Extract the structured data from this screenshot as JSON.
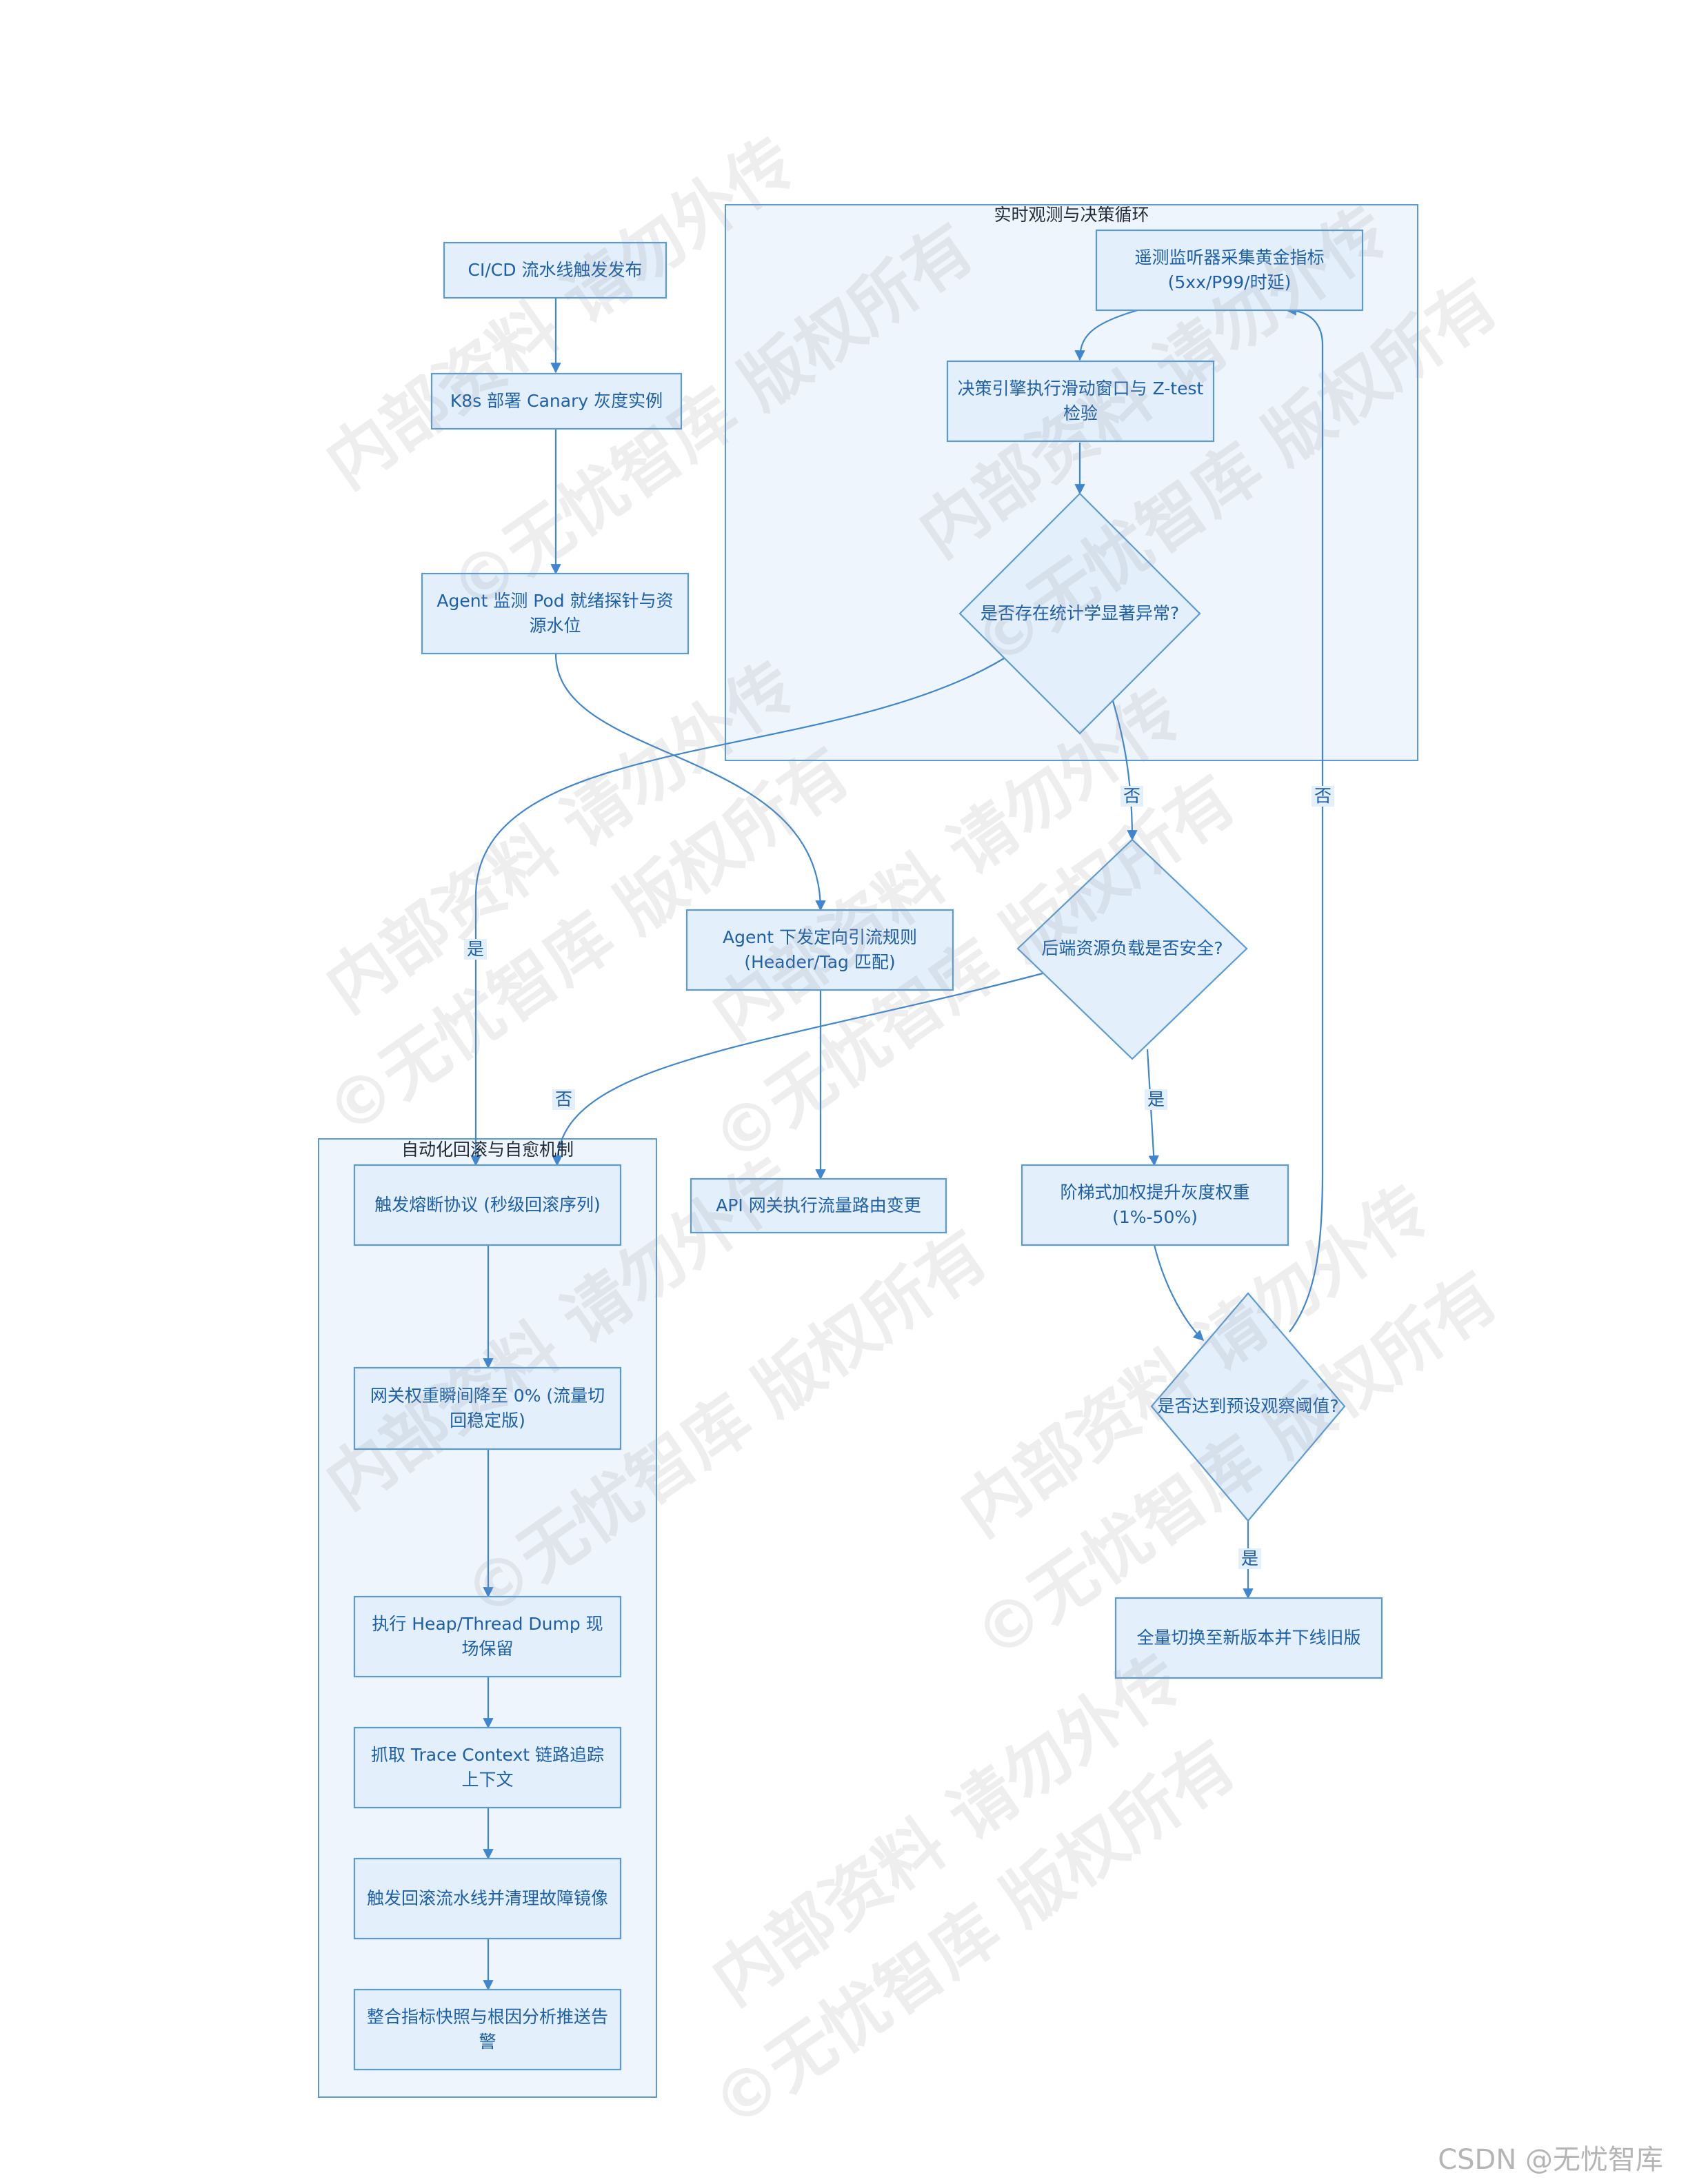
{
  "colors": {
    "node_fill": "#e3effb",
    "node_stroke": "#5b9bd5",
    "cluster_fill": "#eef5fc",
    "edge": "#3f86cf",
    "text": "#1d5fa8"
  },
  "clusters": {
    "observe": {
      "title": "实时观测与决策循环"
    },
    "rollback": {
      "title": "自动化回滚与自愈机制"
    }
  },
  "nodes": {
    "cicd": "CI/CD 流水线触发发布",
    "k8s": "K8s 部署 Canary 灰度实例",
    "agent_probe": "Agent 监测 Pod 就绪探针与资源水位",
    "telemetry": "遥测监听器采集黄金指标 (5xx/P99/时延)",
    "decision": "决策引擎执行滑动窗口与 Z-test 检验",
    "anomaly": "是否存在统计学显著异常?",
    "backend_safe": "后端资源负载是否安全?",
    "agent_rule": "Agent 下发定向引流规则 (Header/Tag 匹配)",
    "api_gateway": "API 网关执行流量路由变更",
    "step_weight": "阶梯式加权提升灰度权重 (1%-50%)",
    "threshold": "是否达到预设观察阈值?",
    "full_switch": "全量切换至新版本并下线旧版",
    "fuse": "触发熔断协议 (秒级回滚序列)",
    "gateway_zero": "网关权重瞬间降至 0% (流量切回稳定版)",
    "dump": "执行 Heap/Thread Dump 现场保留",
    "trace": "抓取 Trace Context 链路追踪上下文",
    "rollback_pipeline": "触发回滚流水线并清理故障镜像",
    "alert": "整合指标快照与根因分析推送告警"
  },
  "edge_labels": {
    "anomaly_no": "否",
    "anomaly_yes": "是",
    "backend_no": "否",
    "backend_yes": "是",
    "threshold_no": "否",
    "threshold_yes": "是"
  },
  "watermark": {
    "line1": "内部资料 请勿外传",
    "line2": "©无忧智库 版权所有"
  },
  "footer": "CSDN @无忧智库"
}
